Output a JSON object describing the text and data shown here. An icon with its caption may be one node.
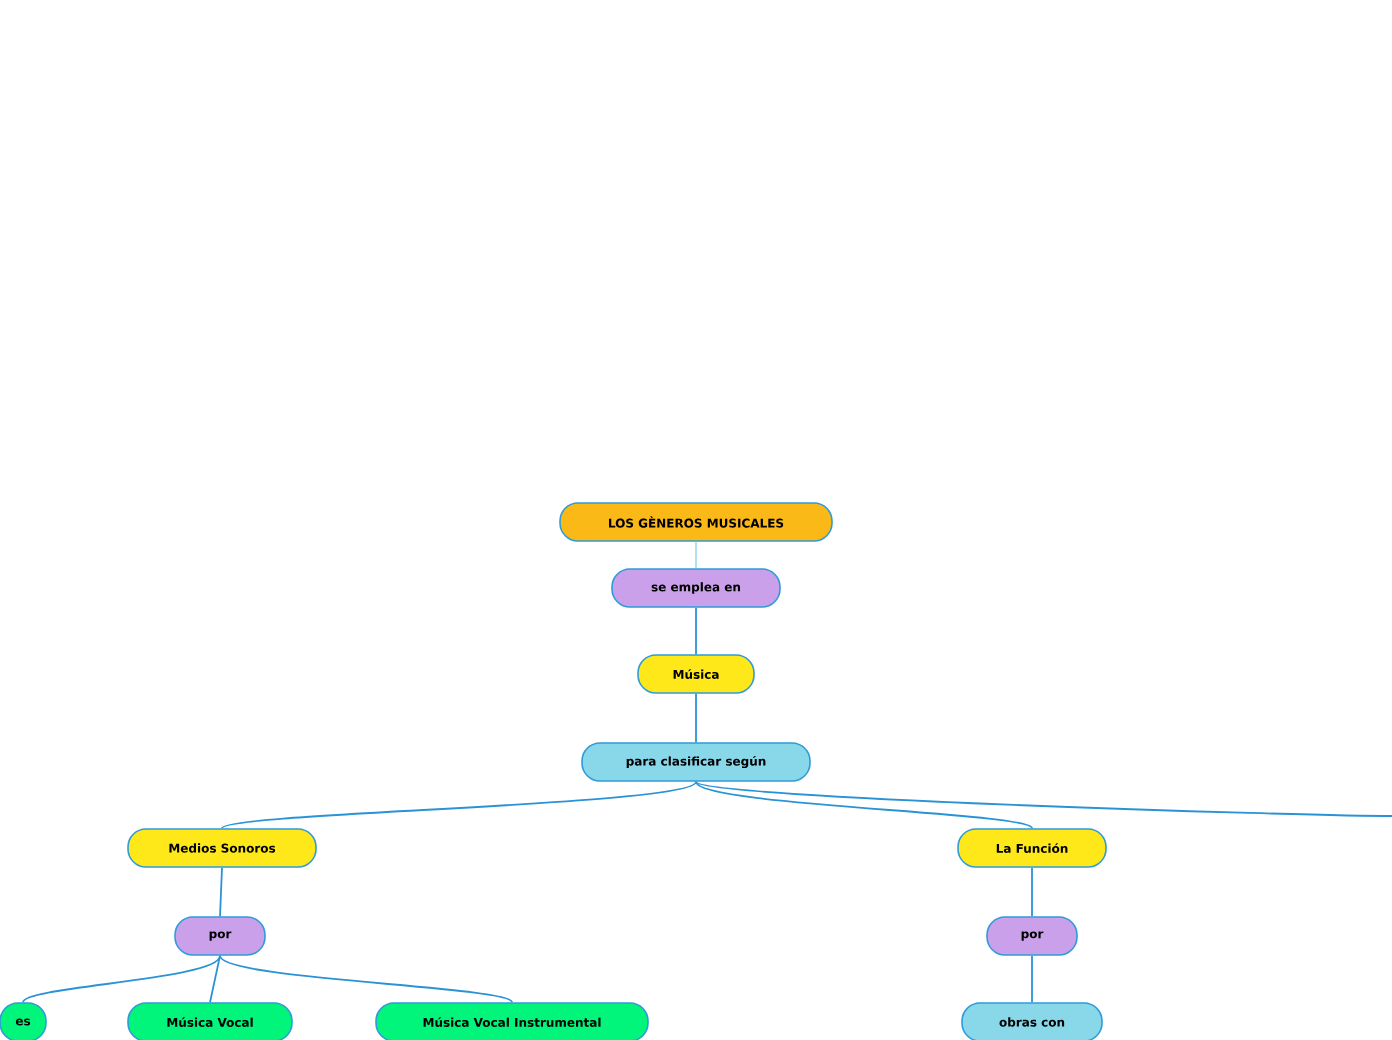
{
  "diagram": {
    "nodes": [
      {
        "text": [
          "LOS GÈNEROS MUSICALES"
        ]
      },
      {
        "text": [
          "se emplea en"
        ]
      },
      {
        "text": [
          "Música"
        ]
      },
      {
        "text": [
          "para clasificar según"
        ]
      },
      {
        "text": [
          "Medios Sonoros"
        ]
      },
      {
        "text": [
          "La Función"
        ]
      },
      {
        "text": [
          "por"
        ]
      },
      {
        "text": [
          "por"
        ]
      },
      {
        "text": [
          "es"
        ]
      },
      {
        "text": [
          "Música Vocal"
        ]
      },
      {
        "text": [
          "Música Vocal Instrumental"
        ]
      },
      {
        "text": [
          "obras con"
        ]
      }
    ],
    "edges": [
      {
        "from": 0,
        "to": 1,
        "arrow": "none",
        "color": "#a6dcf2"
      },
      {
        "from": 1,
        "to": 2,
        "arrow": "none"
      },
      {
        "from": 2,
        "to": 3,
        "arrow": "none"
      },
      {
        "from": 3,
        "to": 4,
        "arrow": "none"
      },
      {
        "from": 3,
        "to": 5,
        "arrow": "none"
      },
      {
        "from": 3,
        "to": null,
        "arrow": "none"
      },
      {
        "from": 4,
        "to": 6,
        "arrow": "none"
      },
      {
        "from": 5,
        "to": 7,
        "arrow": "none"
      },
      {
        "from": 6,
        "to": 8,
        "arrow": "none"
      },
      {
        "from": 6,
        "to": 9,
        "arrow": "none"
      },
      {
        "from": 6,
        "to": 10,
        "arrow": "none"
      },
      {
        "from": 7,
        "to": 11,
        "arrow": "none"
      }
    ]
  }
}
